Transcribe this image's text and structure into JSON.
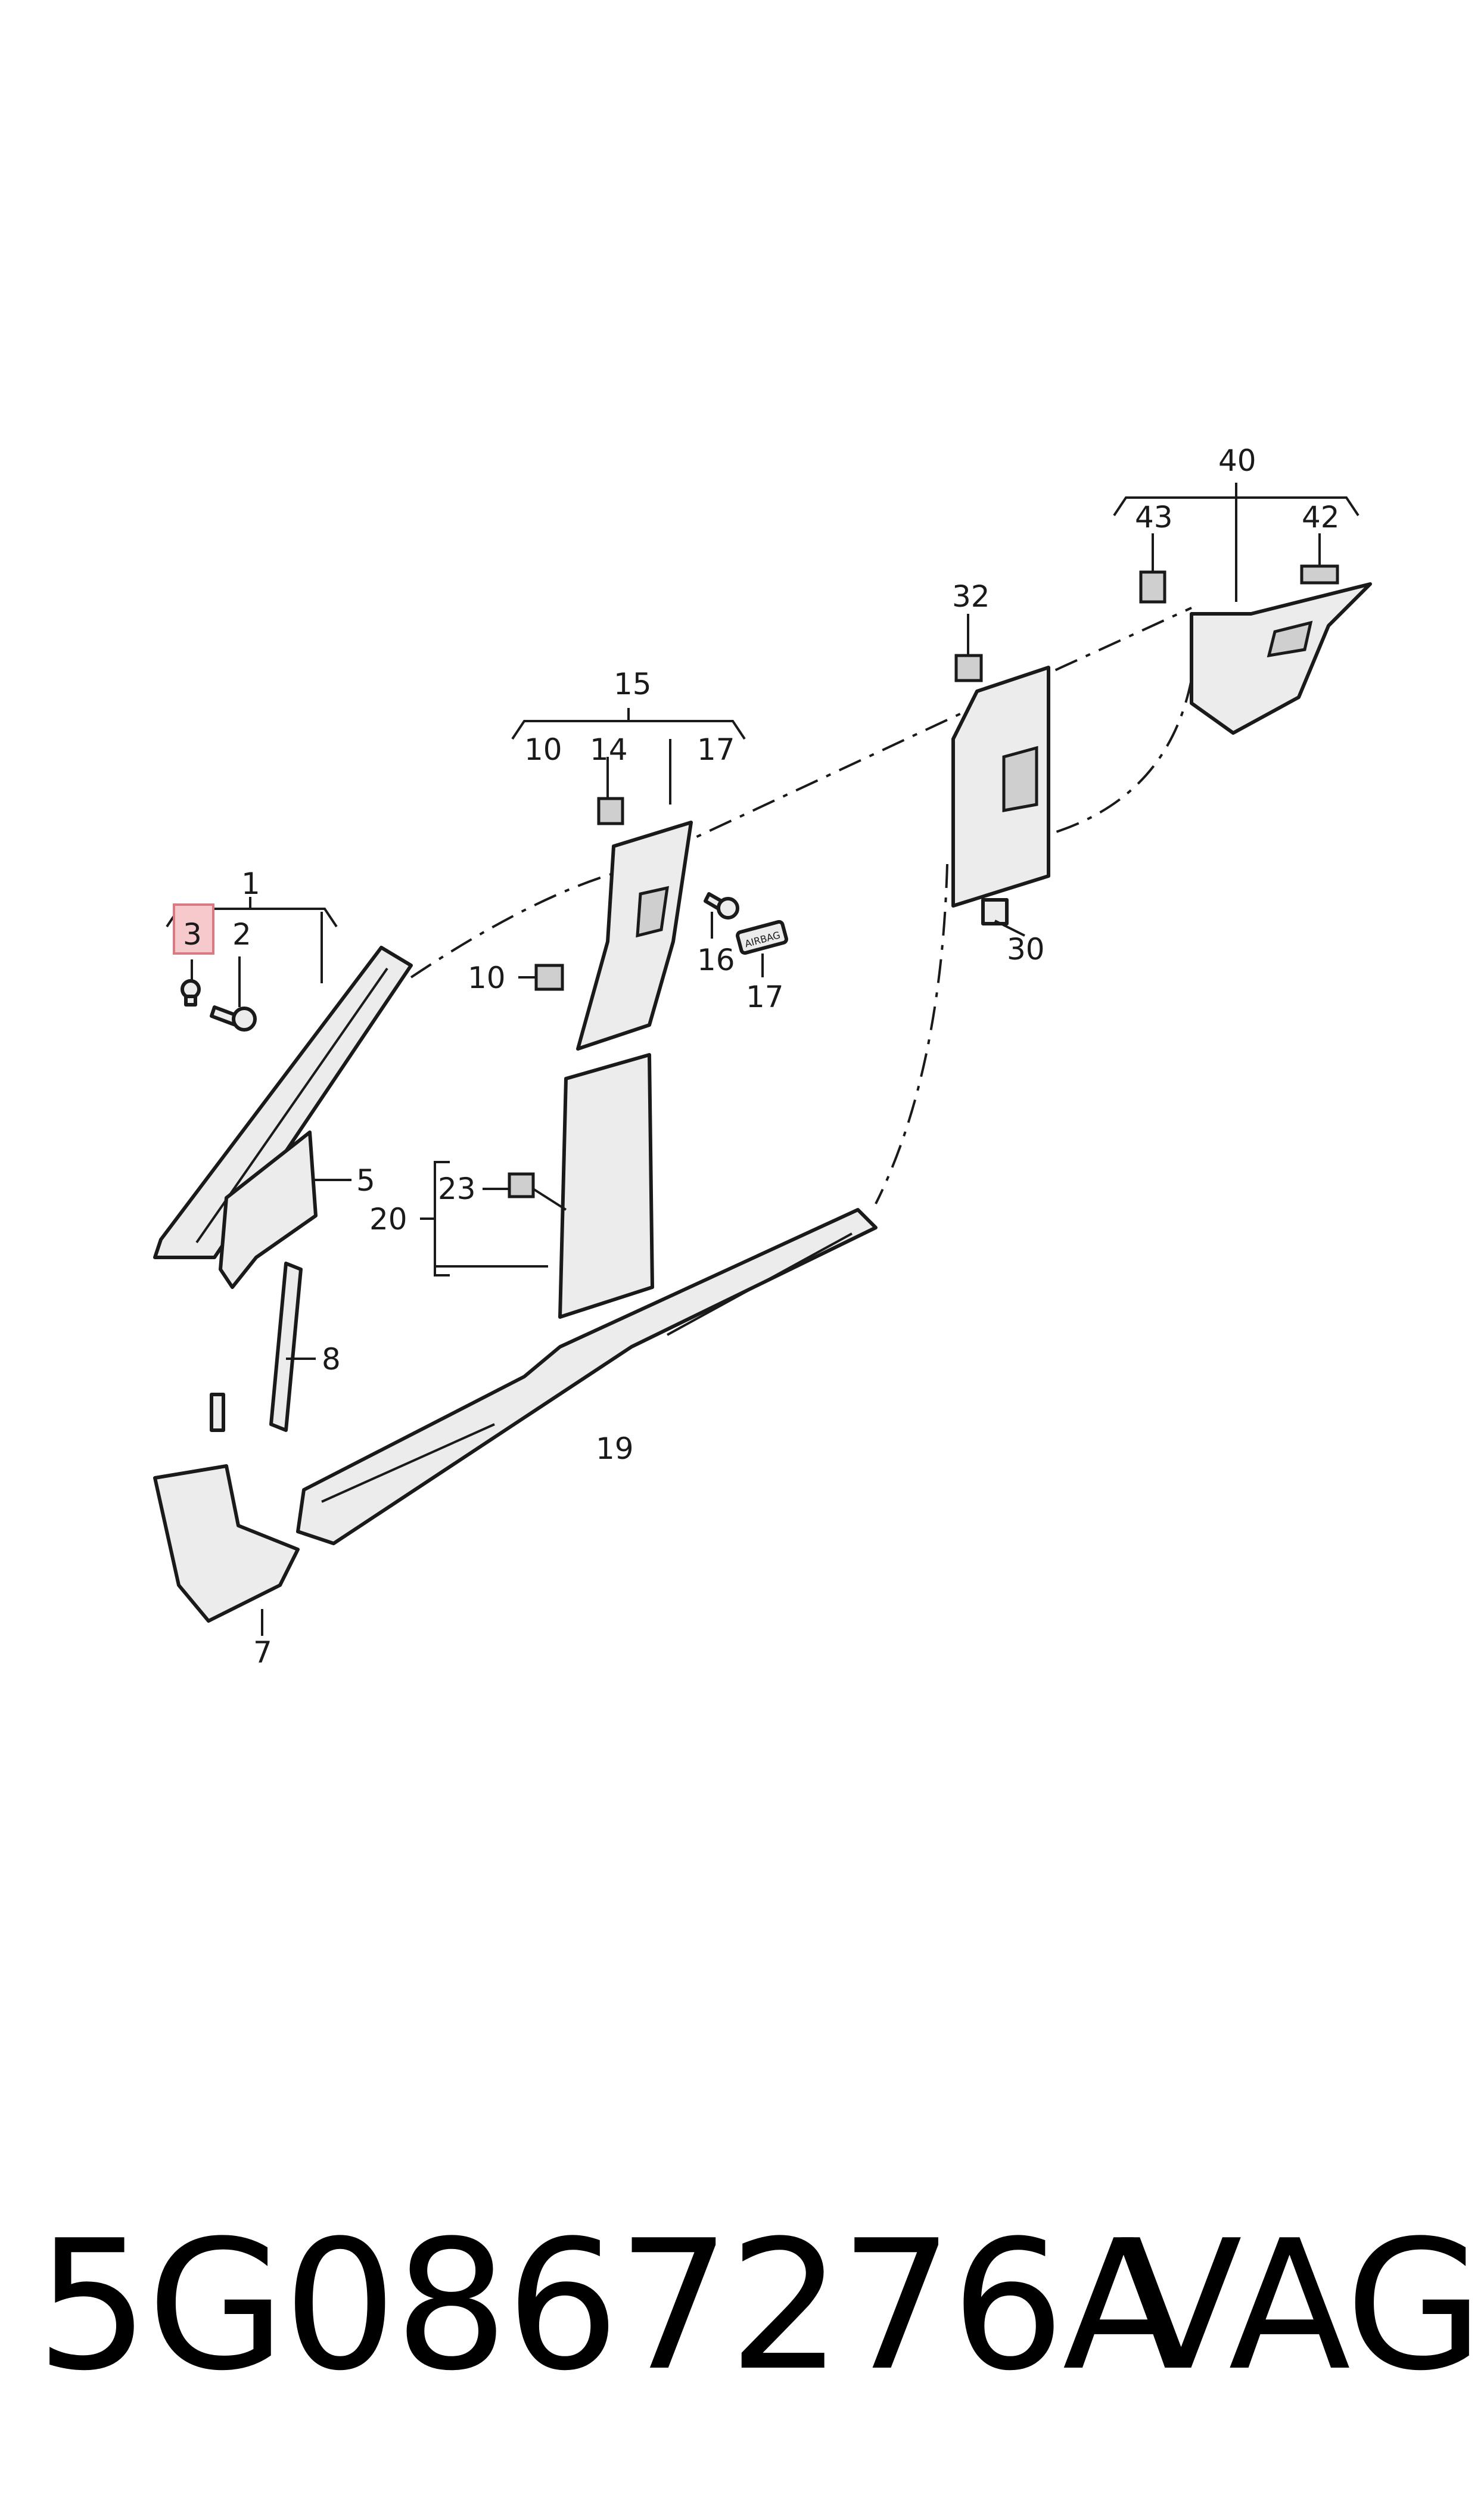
{
  "callouts": {
    "c1": "1",
    "c2": "2",
    "c3": "3",
    "c5": "5",
    "c7": "7",
    "c8": "8",
    "c10": "10",
    "c14": "14",
    "c15": "15",
    "c16": "16",
    "c17": "17",
    "c19": "19",
    "c20": "20",
    "c23": "23",
    "c30": "30",
    "c32": "32",
    "c40": "40",
    "c42": "42",
    "c43": "43"
  },
  "stickers": {
    "airbag": "AIRBAG"
  },
  "highlight": {
    "callout": "3",
    "color": "#f6c9cc"
  },
  "footer": {
    "part_number": "5G0867276A",
    "brand": "VAG"
  }
}
